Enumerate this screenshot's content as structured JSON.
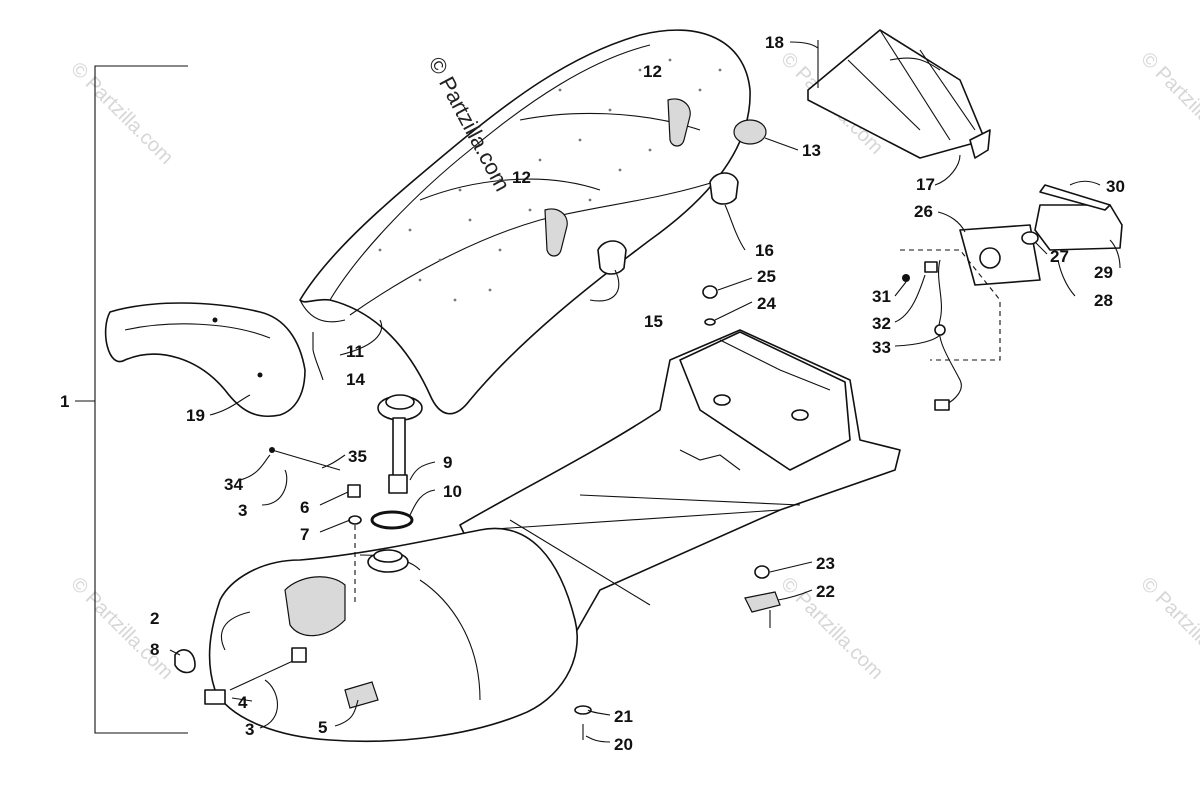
{
  "watermark": {
    "main": "© Partzilla.com",
    "faint": "© Partzilla.com"
  },
  "callouts": [
    {
      "id": "c1",
      "label": "1"
    },
    {
      "id": "c2",
      "label": "2"
    },
    {
      "id": "c3a",
      "label": "3"
    },
    {
      "id": "c3b",
      "label": "3"
    },
    {
      "id": "c4",
      "label": "4"
    },
    {
      "id": "c5",
      "label": "5"
    },
    {
      "id": "c6",
      "label": "6"
    },
    {
      "id": "c7",
      "label": "7"
    },
    {
      "id": "c8",
      "label": "8"
    },
    {
      "id": "c9",
      "label": "9"
    },
    {
      "id": "c10",
      "label": "10"
    },
    {
      "id": "c11",
      "label": "11"
    },
    {
      "id": "c12a",
      "label": "12"
    },
    {
      "id": "c12b",
      "label": "12"
    },
    {
      "id": "c13",
      "label": "13"
    },
    {
      "id": "c14",
      "label": "14"
    },
    {
      "id": "c15",
      "label": "15"
    },
    {
      "id": "c16",
      "label": "16"
    },
    {
      "id": "c17",
      "label": "17"
    },
    {
      "id": "c18",
      "label": "18"
    },
    {
      "id": "c19",
      "label": "19"
    },
    {
      "id": "c20",
      "label": "20"
    },
    {
      "id": "c21",
      "label": "21"
    },
    {
      "id": "c22",
      "label": "22"
    },
    {
      "id": "c23",
      "label": "23"
    },
    {
      "id": "c24",
      "label": "24"
    },
    {
      "id": "c25",
      "label": "25"
    },
    {
      "id": "c26",
      "label": "26"
    },
    {
      "id": "c27",
      "label": "27"
    },
    {
      "id": "c28",
      "label": "28"
    },
    {
      "id": "c29",
      "label": "29"
    },
    {
      "id": "c30",
      "label": "30"
    },
    {
      "id": "c31",
      "label": "31"
    },
    {
      "id": "c32",
      "label": "32"
    },
    {
      "id": "c33",
      "label": "33"
    },
    {
      "id": "c34",
      "label": "34"
    },
    {
      "id": "c35",
      "label": "35"
    }
  ]
}
